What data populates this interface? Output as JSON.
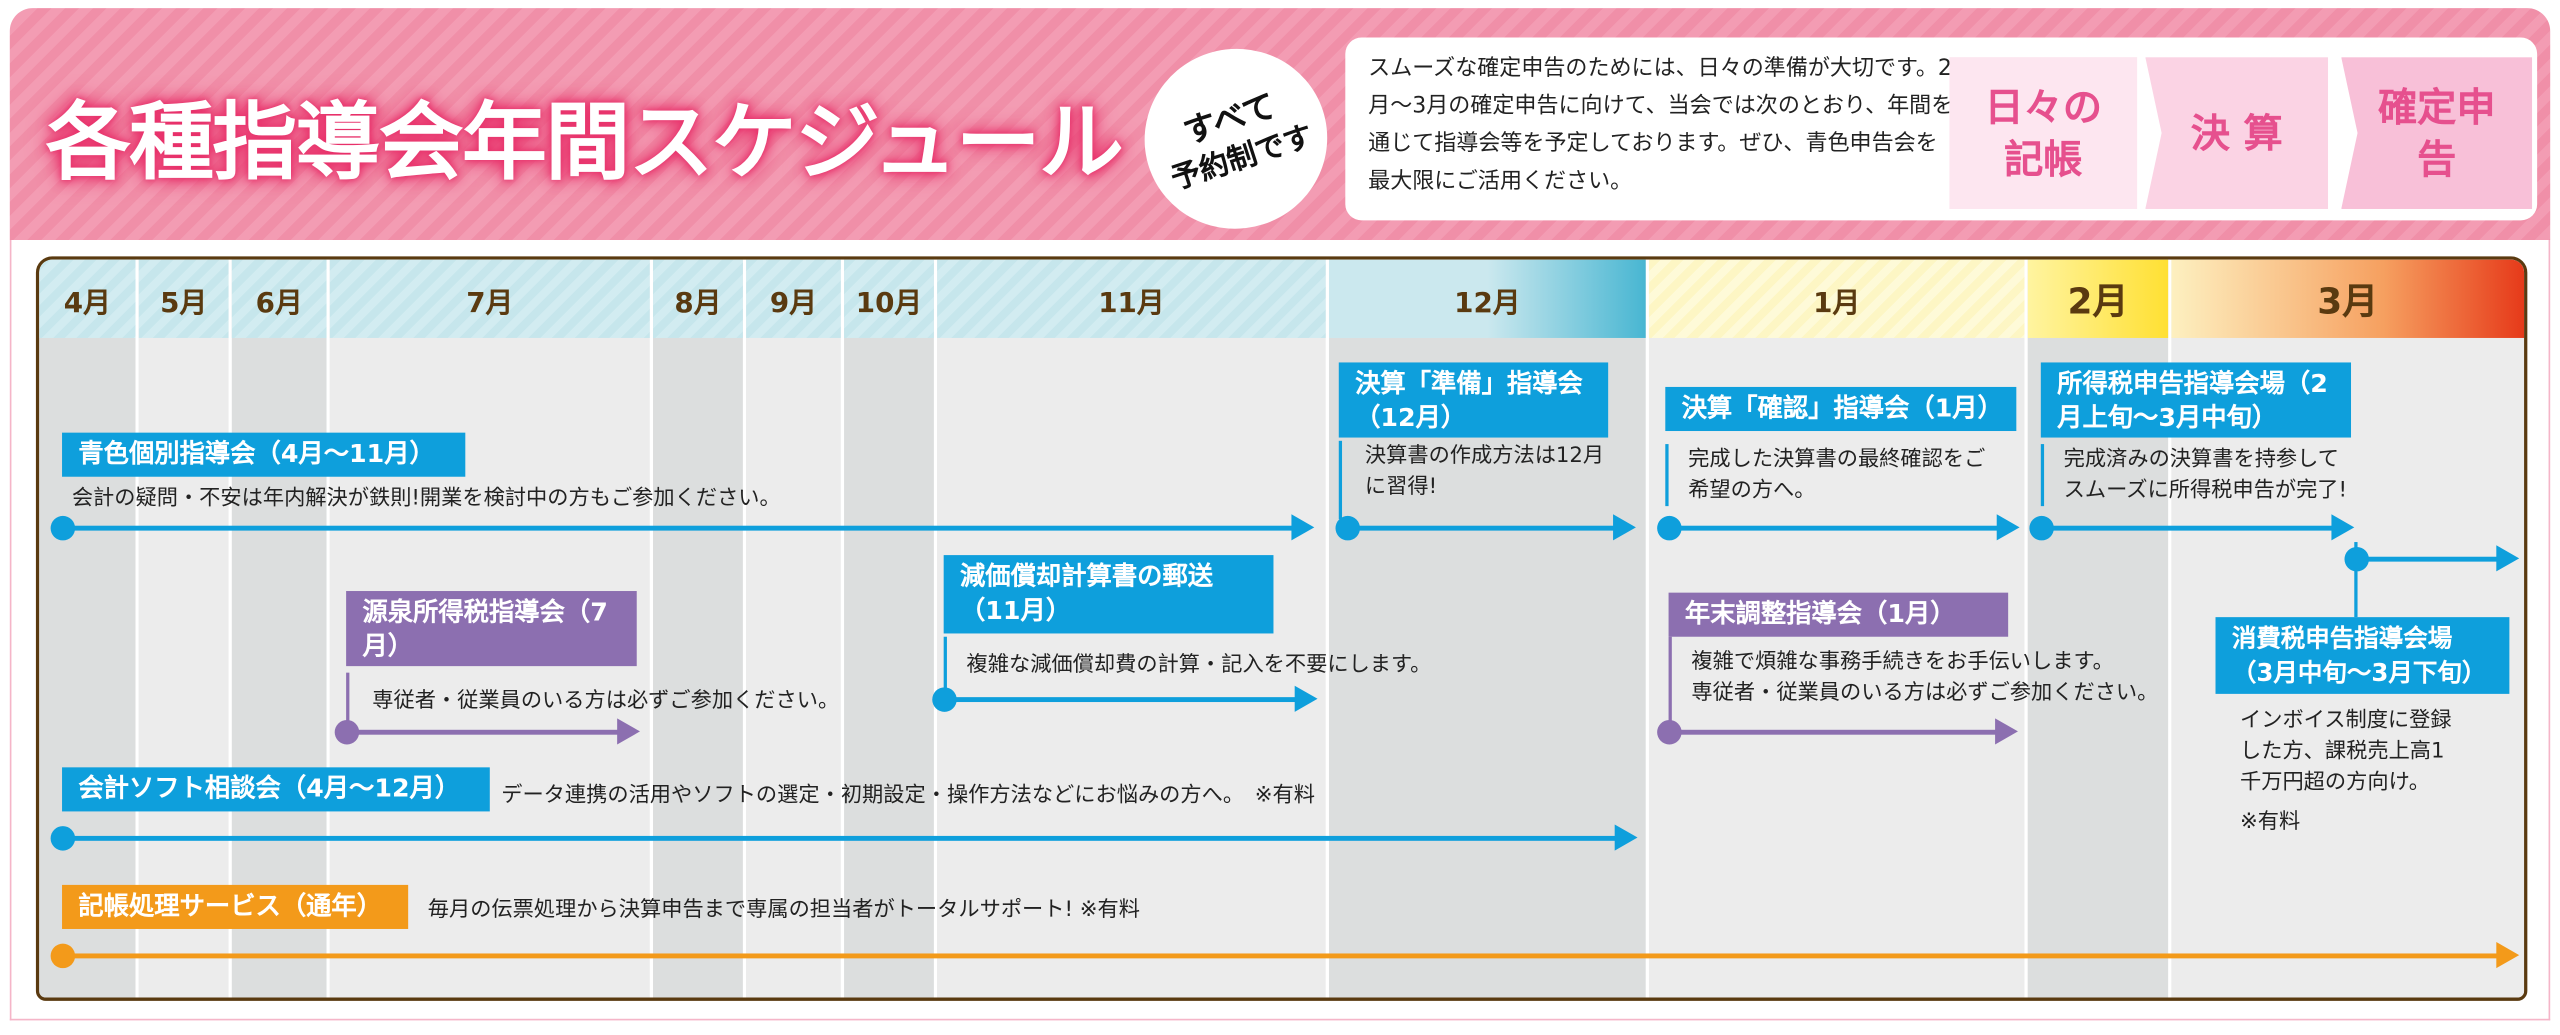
{
  "title": "各種指導会年間スケジュール",
  "badge": {
    "line1": "すべて",
    "line2": "予約制です"
  },
  "intro": "スムーズな確定申告のためには、日々の準備が大切です。2月～3月の確定申告に向けて、当会では次のとおり、年間を通じて指導会等を予定しております。ぜひ、青色申告会を最大限にご活用ください。",
  "steps": [
    "日々の記帳",
    "決 算",
    "確定申告"
  ],
  "months": [
    "4月",
    "5月",
    "6月",
    "7月",
    "8月",
    "9月",
    "10月",
    "11月",
    "12月",
    "1月",
    "2月",
    "3月"
  ],
  "events": {
    "aoiro": {
      "title": "青色個別指導会（4月～11月）",
      "desc": "会計の疑問・不安は年内解決が鉄則!開業を検討中の方もご参加ください。"
    },
    "junbi": {
      "title": "決算「準備」指導会（12月）",
      "desc": "決算書の作成方法は12月に習得!"
    },
    "kakunin": {
      "title": "決算「確認」指導会（1月）",
      "desc": "完成した決算書の最終確認をご希望の方へ。"
    },
    "shotoku": {
      "title": "所得税申告指導会場（2月上旬～3月中旬）",
      "desc": "完成済みの決算書を持参してスムーズに所得税申告が完了!"
    },
    "shohi": {
      "title": "消費税申告指導会場（3月中旬～3月下旬）",
      "desc": "インボイス制度に登録した方、課税売上高1千万円超の方向け。",
      "note": "※有料"
    },
    "gensen": {
      "title": "源泉所得税指導会（7月）",
      "desc": "専従者・従業員のいる方は必ずご参加ください。"
    },
    "genka": {
      "title": "減価償却計算書の郵送（11月）",
      "desc": "複雑な減価償却費の計算・記入を不要にします。"
    },
    "nenmatsu": {
      "title": "年末調整指導会（1月）",
      "desc1": "複雑で煩雑な事務手続きをお手伝いします。",
      "desc2": "専従者・従業員のいる方は必ずご参加ください。"
    },
    "soft": {
      "title": "会計ソフト相談会（4月～12月）",
      "desc": "データ連携の活用やソフトの選定・初期設定・操作方法などにお悩みの方へ。　※有料"
    },
    "kicho": {
      "title": "記帳処理サービス（通年）",
      "desc": "毎月の伝票処理から決算申告まで専属の担当者がトータルサポート! ※有料"
    }
  },
  "colors": {
    "blue": "#0e9fdc",
    "purple": "#8c6fb0",
    "orange": "#f39a1a",
    "pink": "#f08fa8"
  }
}
